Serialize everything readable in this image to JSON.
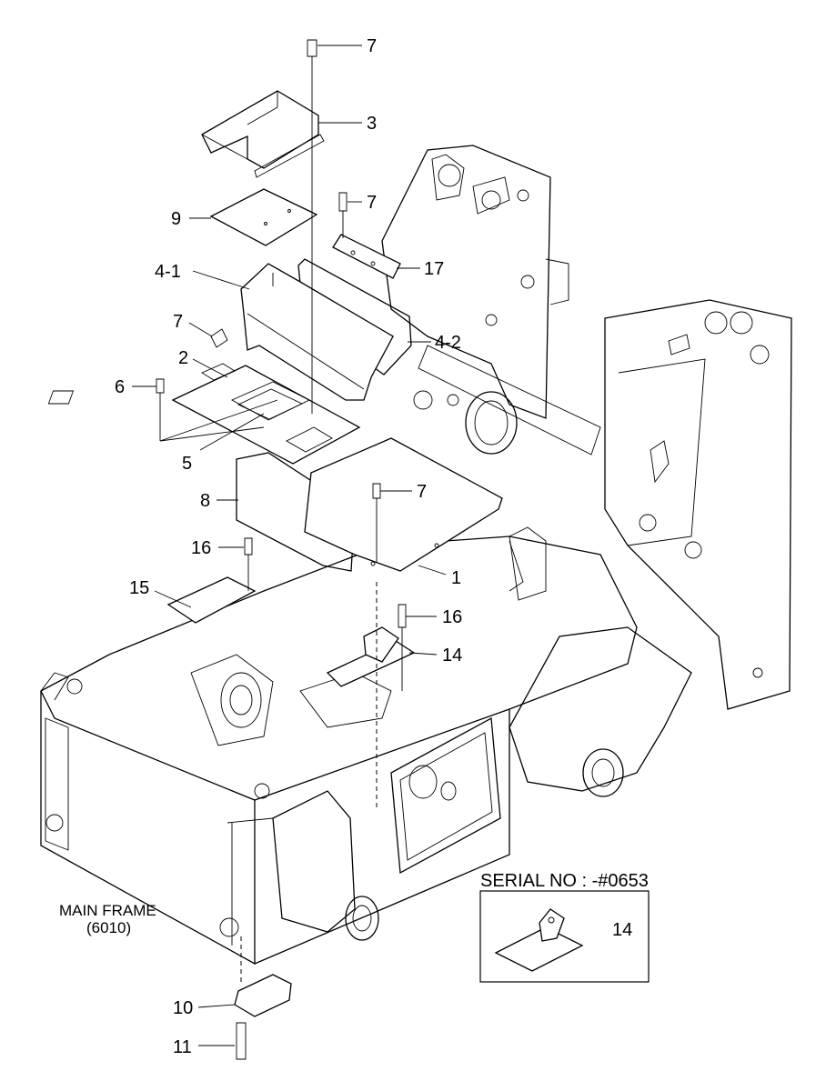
{
  "callouts": {
    "c7a": "7",
    "c3": "3",
    "c7b": "7",
    "c9": "9",
    "c17": "17",
    "c41": "4-1",
    "c7c": "7",
    "c42": "4-2",
    "c2": "2",
    "c6": "6",
    "c5": "5",
    "c8": "8",
    "c7d": "7",
    "c16a": "16",
    "c1": "1",
    "c15": "15",
    "c16b": "16",
    "c14": "14",
    "c14b": "14",
    "c10": "10",
    "c11": "11"
  },
  "caption": {
    "line1": "MAIN FRAME",
    "line2": "(6010)"
  },
  "serial_box": {
    "title": "SERIAL NO : -#0653"
  }
}
